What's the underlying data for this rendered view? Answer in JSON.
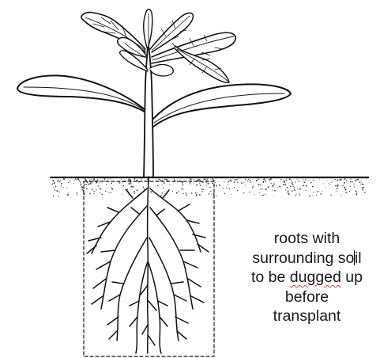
{
  "caption": {
    "line1": "roots with",
    "line2": "surrounding soil",
    "line3_before": "to be ",
    "line3_flagged": "dugged",
    "line3_after": " up",
    "line4": "before",
    "line5": "transplant"
  },
  "colors": {
    "ink": "#111111",
    "spellcheck": "#d04040"
  }
}
